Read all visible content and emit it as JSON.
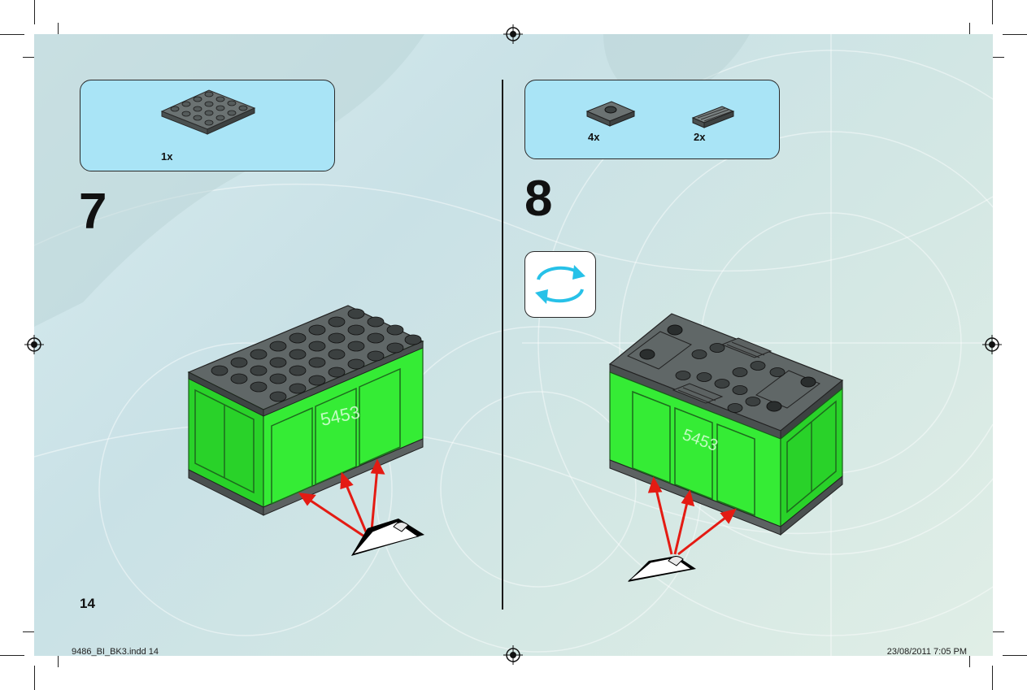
{
  "left_page": {
    "parts": [
      {
        "qty": "1x",
        "icon": "gray-4x4-plate"
      }
    ],
    "step_number": "7",
    "page_number": "14",
    "container_lettering": "5453"
  },
  "right_page": {
    "parts": [
      {
        "qty": "4x",
        "icon": "gray-2x2-jumper-plate"
      },
      {
        "qty": "2x",
        "icon": "gray-1x2-grille-tile"
      }
    ],
    "step_number": "8",
    "rotate_icon": "rotate-model-icon",
    "container_lettering": "5453"
  },
  "slug": {
    "file": "9486_BI_BK3.indd   14",
    "timestamp": "23/08/2011   7:05 PM"
  },
  "colors": {
    "panel": "#a9e4f6",
    "brick_green": "#2ee82e",
    "brick_gray": "#5c6262",
    "arrow_red": "#e41b13",
    "rotate_cyan": "#27c1e8"
  }
}
